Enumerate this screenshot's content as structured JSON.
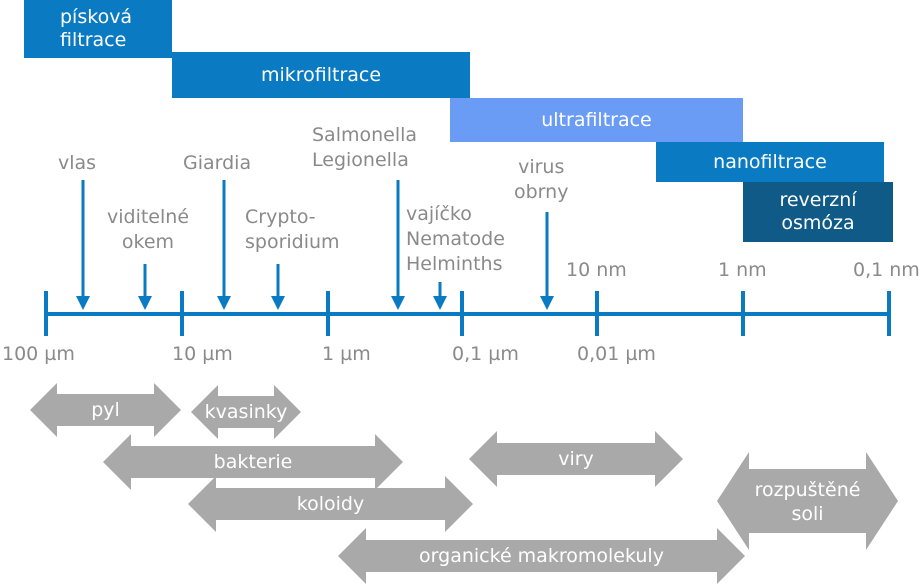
{
  "filtration": {
    "sand": "písková\nfiltrace",
    "micro": "mikrofiltrace",
    "ultra": "ultrafiltrace",
    "nano": "nanofiltrace",
    "ro": "reverzní\nosmóza"
  },
  "colors": {
    "sand": "#0a7bc2",
    "micro": "#0a7bc2",
    "ultra": "#6a9cf5",
    "nano": "#0a7bc2",
    "ro": "#0f5a86",
    "axis": "#0a7bc2",
    "label": "#8a8a8a",
    "range_arrow": "#a9a9a9"
  },
  "scale": {
    "bottom_ticks": [
      "100 µm",
      "10 µm",
      "1 µm",
      "0,1 µm",
      "0,01 µm"
    ],
    "top_ticks": [
      "10 nm",
      "1 nm",
      "0,1 nm"
    ]
  },
  "particles": {
    "vlas": "vlas",
    "okem": "viditelné\nokem",
    "giardia": "Giardia",
    "crypto": "Crypto-\nsporidium",
    "salmonella": "Salmonella\nLegionella",
    "vajicko": "vajíčko\nNematode\nHelminths",
    "virus": "virus\nobrny"
  },
  "ranges": {
    "pyl": "pyl",
    "kvasinky": "kvasinky",
    "bakterie": "bakterie",
    "koloidy": "koloidy",
    "viry": "viry",
    "organicke": "organické makromolekuly",
    "soli": "rozpuštěné\nsoli"
  }
}
